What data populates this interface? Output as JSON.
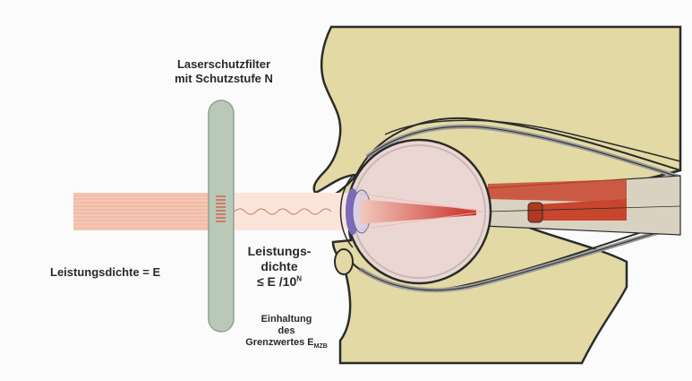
{
  "labels": {
    "filter_line1": "Laserschutzfilter",
    "filter_line2": "mit Schutzstufe N",
    "power_density_in": "Leistungsdichte = E",
    "power_out_line1": "Leistungs-",
    "power_out_line2": "dichte",
    "power_out_line3_prefix": "≤ E /10",
    "power_out_line3_sup": "N",
    "limit_line1": "Einhaltung",
    "limit_line2": "des",
    "limit_line3_prefix": "Grenzwertes E",
    "limit_line3_sub": "MZB"
  },
  "colors": {
    "skin": "#e2d9a4",
    "beam": "#f5c7b4",
    "beam_lines": "#e89a80",
    "filter": "#b9c8b7",
    "filter_stroke": "#8ea38e",
    "filter_mark": "#e0463a",
    "eyeball": "#ead7d4",
    "focus_beam": "#dc3a2e",
    "iris": "#7b6bb8",
    "muscle": "#c8452e",
    "outline": "#2b2b2b",
    "lid_gray": "#9a9a9a"
  },
  "icons": {
    "wave": "wavy-light-path",
    "eye": "eye-cross-section"
  }
}
